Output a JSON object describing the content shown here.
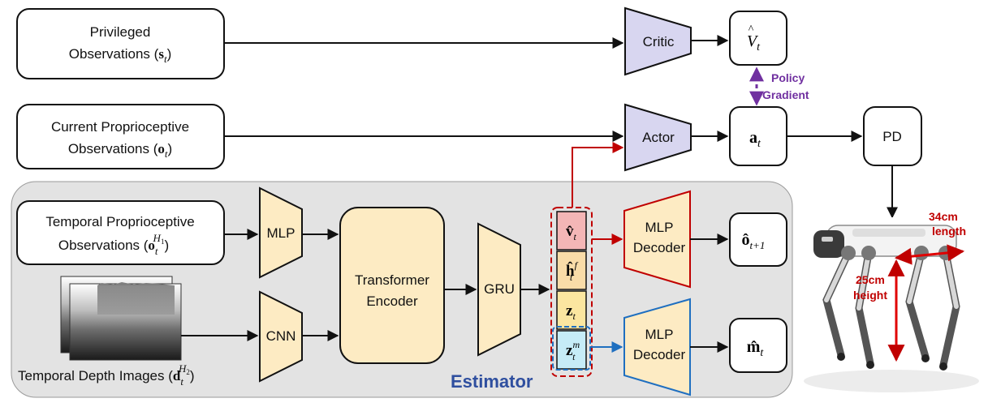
{
  "nodes": {
    "privileged": {
      "line1": "Privileged",
      "line2": "Observations (",
      "sym": "s",
      "sub": "t",
      "close": ")"
    },
    "current": {
      "line1": "Current Proprioceptive",
      "line2": "Observations (",
      "sym": "o",
      "sub": "t",
      "close": ")"
    },
    "temporal_proprio": {
      "line1": "Temporal Proprioceptive",
      "line2": "Observations (",
      "sym": "o",
      "sub": "t",
      "sup": "H",
      "supsub": "1",
      "close": ")"
    },
    "depth_images": {
      "label": "Temporal Depth Images (",
      "sym": "d",
      "sub": "t",
      "sup": "H",
      "supsub": "2",
      "close": ")"
    },
    "critic": "Critic",
    "actor": "Actor",
    "mlp": "MLP",
    "cnn": "CNN",
    "transformer_line1": "Transformer",
    "transformer_line2": "Encoder",
    "gru": "GRU",
    "mlp_decoder_top": {
      "line1": "MLP",
      "line2": "Decoder"
    },
    "mlp_decoder_bottom": {
      "line1": "MLP",
      "line2": "Decoder"
    },
    "pd": "PD",
    "v_hat": {
      "sym": "V",
      "sub": "t"
    },
    "a_t": {
      "sym": "a",
      "sub": "t"
    },
    "o_next": {
      "sym": "ô",
      "sub": "t+1"
    },
    "m_hat": {
      "sym": "m̂",
      "sub": "t"
    }
  },
  "latent_stack": [
    {
      "sym": "v̂",
      "sub": "t",
      "sup": "",
      "color": "#f4b6b6"
    },
    {
      "sym": "ĥ",
      "sub": "t",
      "sup": "f",
      "color": "#f9dca8"
    },
    {
      "sym": "z",
      "sub": "t",
      "sup": "",
      "color": "#fbe6a0"
    },
    {
      "sym": "z",
      "sub": "t",
      "sup": "m",
      "color": "#c6ecf7"
    }
  ],
  "labels": {
    "policy_line1": "Policy",
    "policy_line2": "Gradient",
    "estimator": "Estimator",
    "robot_length": {
      "line1": "34cm",
      "line2": "length"
    },
    "robot_height": {
      "line1": "25cm",
      "line2": "height"
    }
  },
  "colors": {
    "module_fill": "#fdebc3",
    "critic_actor_fill": "#d8d6f0",
    "estimator_bg": "#e3e3e3",
    "red": "#c00000",
    "blue": "#1f6fc0",
    "purple": "#7030a0",
    "estimator_text": "#2f4f9f"
  }
}
